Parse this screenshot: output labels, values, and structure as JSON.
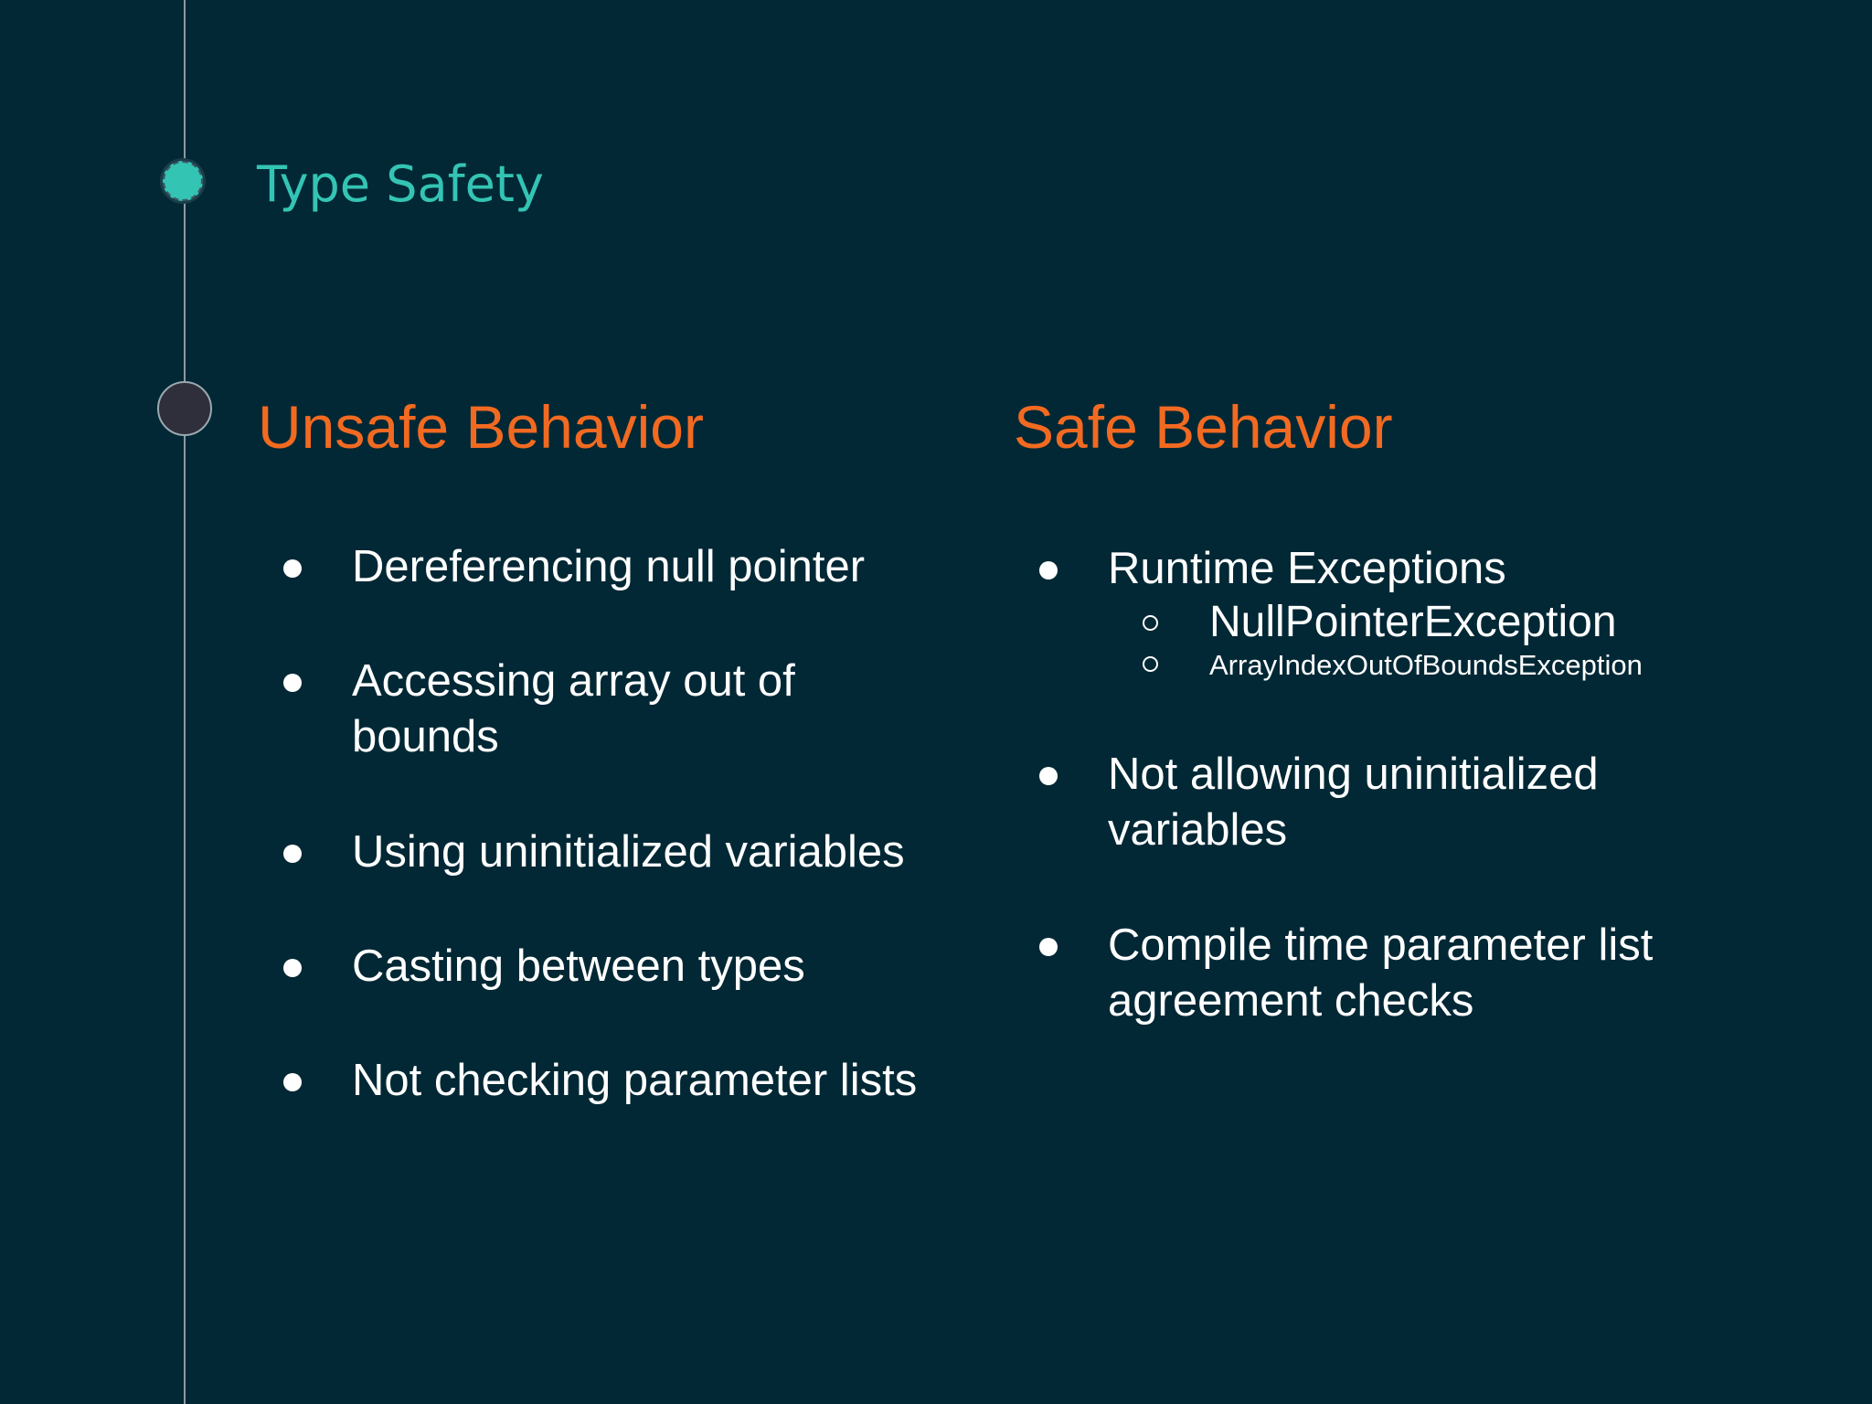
{
  "slide": {
    "title": "Type Safety"
  },
  "columns": {
    "left": {
      "heading": "Unsafe Behavior",
      "items": [
        "Dereferencing null pointer",
        "Accessing array out of bounds",
        "Using uninitialized variables",
        "Casting between types",
        "Not checking parameter lists"
      ]
    },
    "right": {
      "heading": "Safe Behavior",
      "items": [
        {
          "text": "Runtime Exceptions",
          "subitems": [
            "NullPointerException",
            "ArrayIndexOutOfBoundsException"
          ]
        },
        {
          "text": "Not allowing uninitialized variables"
        },
        {
          "text": "Compile time parameter list agreement checks"
        }
      ]
    }
  },
  "colors": {
    "background": "#022835",
    "accent_teal": "#34c4b4",
    "heading_orange": "#f26a21",
    "text": "#ffffff"
  },
  "icons": [
    "timeline-dot-active-icon",
    "timeline-dot-inactive-icon",
    "bullet-icon",
    "sub-bullet-icon"
  ]
}
